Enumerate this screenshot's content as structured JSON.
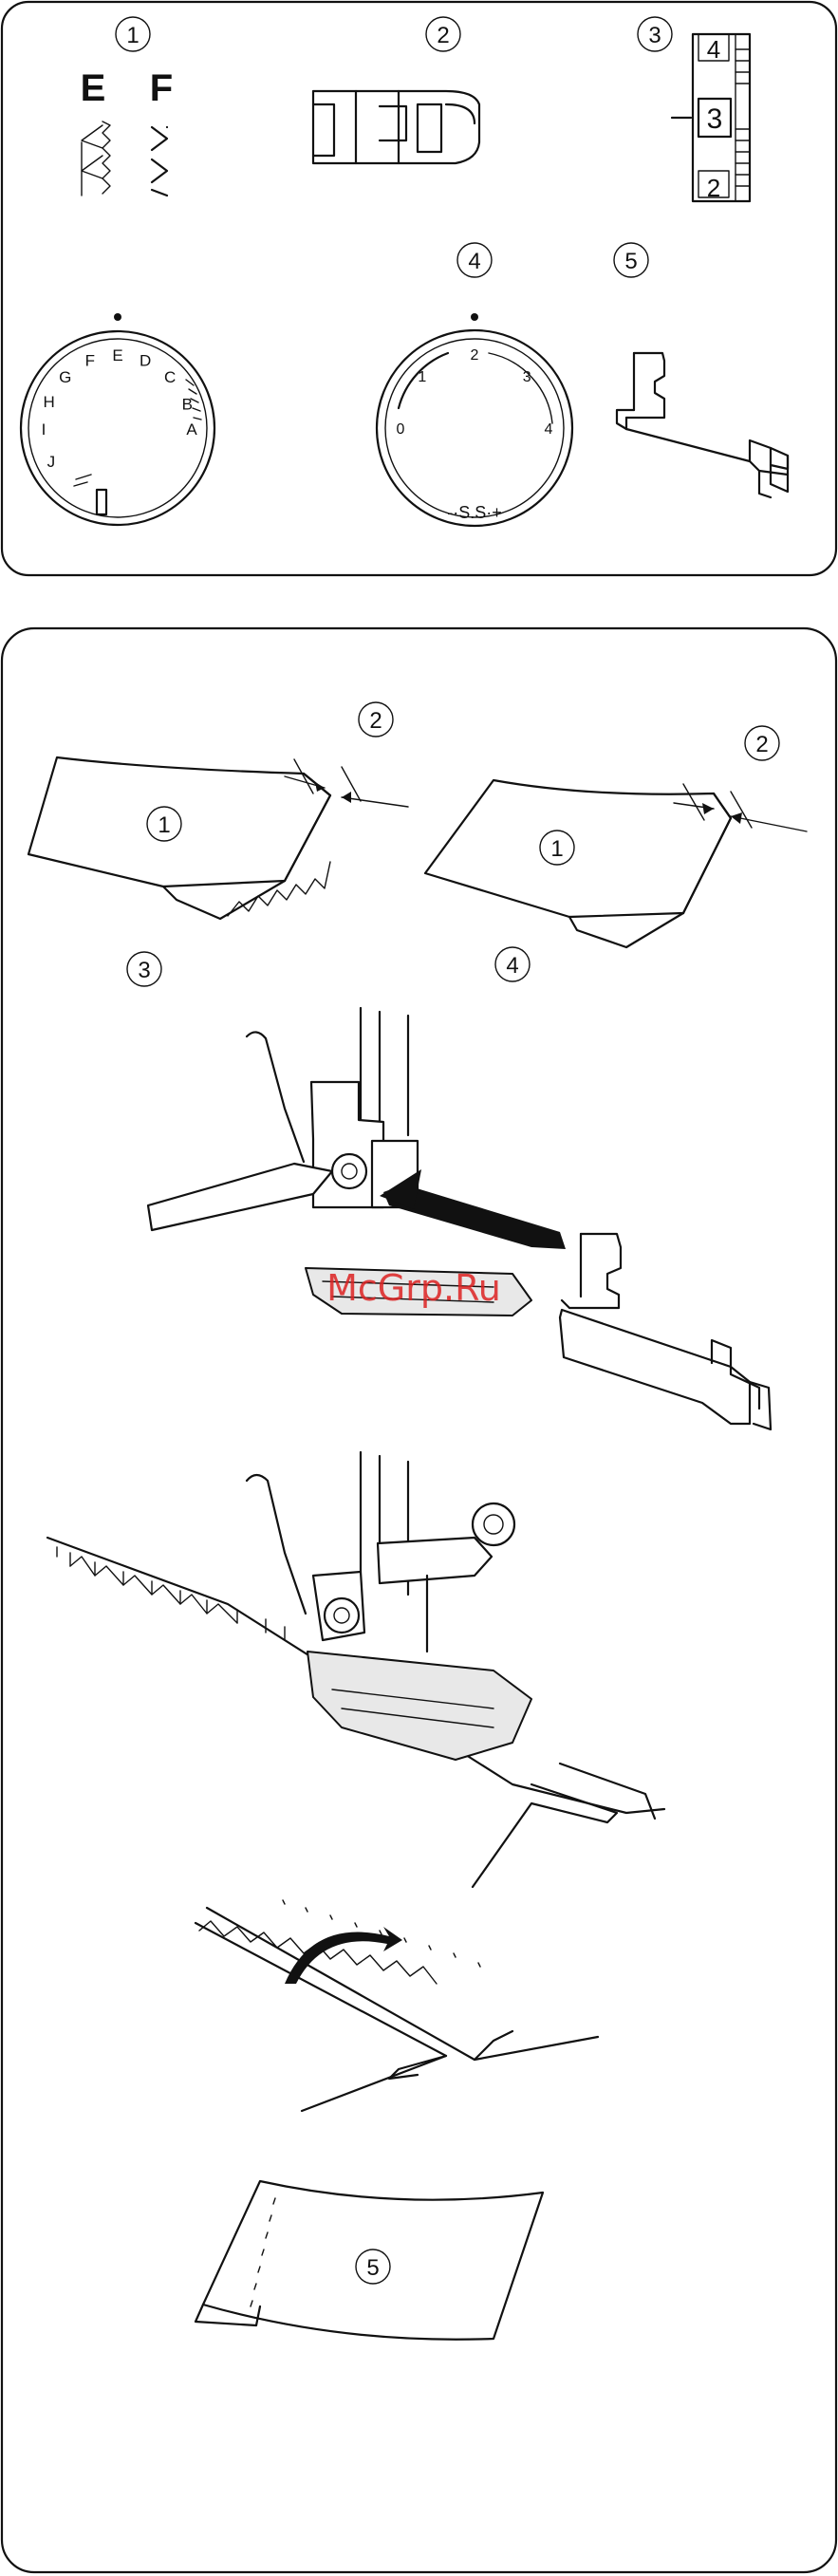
{
  "panel1": {
    "markers": {
      "m1": "1",
      "m2": "2",
      "m3": "3",
      "m4": "4",
      "m5": "5"
    },
    "pattern_letters": {
      "e": "E",
      "f": "F"
    },
    "stitch_length_scale": {
      "top": "4",
      "middle": "3",
      "bottom": "2"
    },
    "pattern_dial_letters": [
      "E",
      "F",
      "G",
      "H",
      "I",
      "J",
      "D",
      "C",
      "B",
      "A"
    ],
    "width_dial_numbers": [
      "0",
      "1",
      "2",
      "3",
      "4"
    ],
    "width_dial_bottom": "-·S.S·+"
  },
  "panel2": {
    "markers": {
      "m2a": "2",
      "m2b": "2",
      "m1a": "1",
      "m1b": "1",
      "m3": "3",
      "m4": "4",
      "m5": "5"
    },
    "watermark": "McGrp.Ru"
  },
  "colors": {
    "line": "#111111",
    "watermark": "#d22222",
    "background": "#ffffff"
  }
}
